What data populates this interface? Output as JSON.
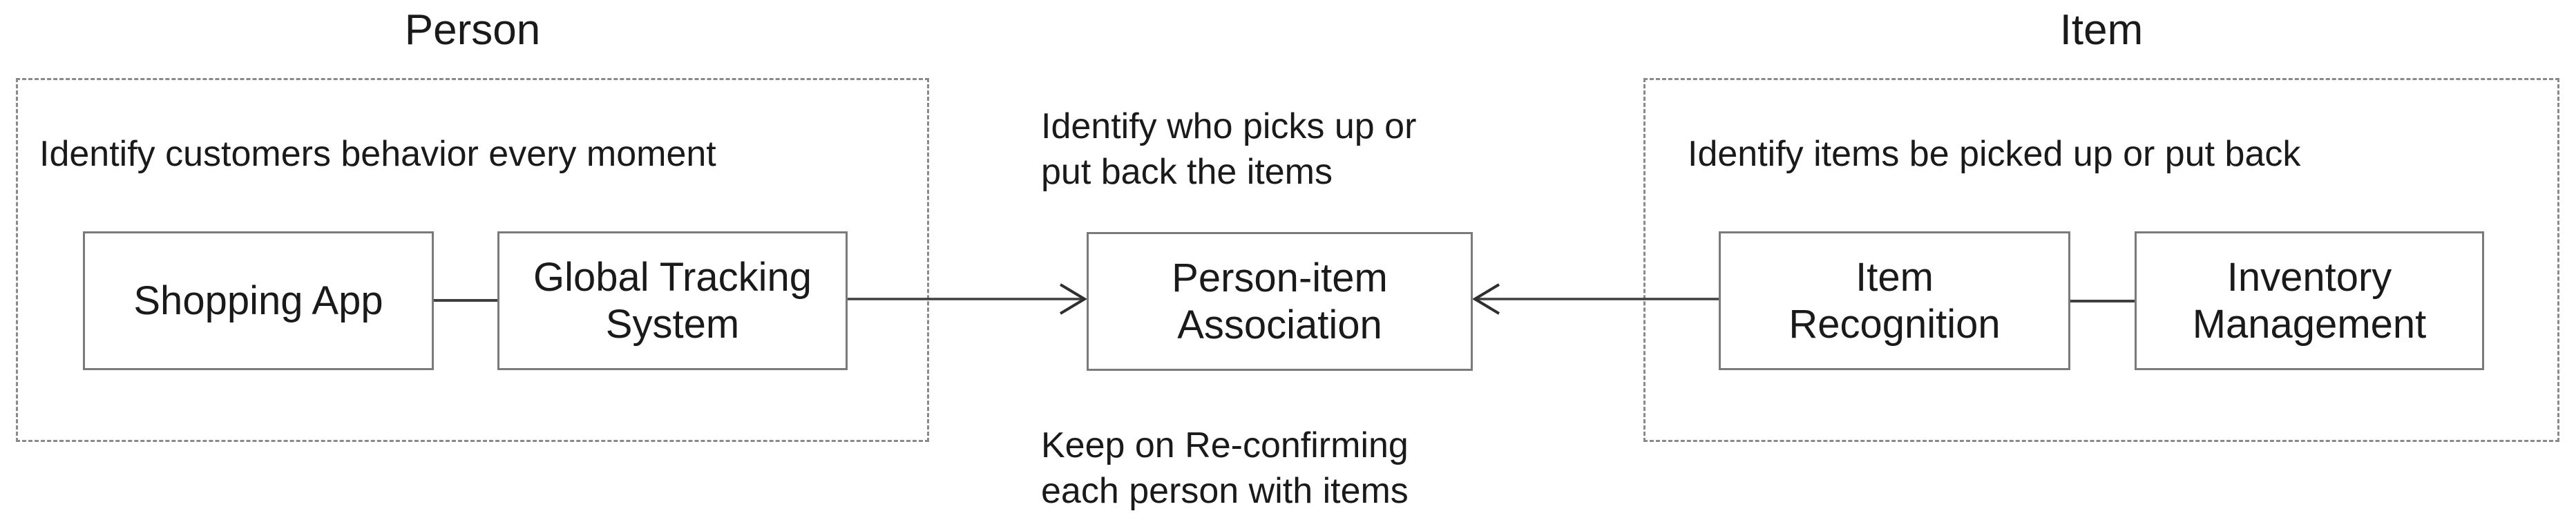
{
  "diagram": {
    "groups": {
      "person": {
        "title": "Person",
        "annotation": "Identify customers behavior every moment"
      },
      "item": {
        "title": "Item",
        "annotation": "Identify items be picked up or put back"
      }
    },
    "nodes": {
      "shopping_app": {
        "label": "Shopping App"
      },
      "global_tracking": {
        "label": "Global Tracking\nSystem"
      },
      "person_item_association": {
        "label": "Person-item\nAssociation"
      },
      "item_recognition": {
        "label": "Item\nRecognition"
      },
      "inventory_management": {
        "label": "Inventory\nManagement"
      }
    },
    "annotations": {
      "center_top": "Identify who picks up or\nput back the items",
      "center_bottom": "Keep on Re-confirming\neach person with items"
    },
    "edges": [
      {
        "from": "shopping_app",
        "to": "global_tracking",
        "type": "line"
      },
      {
        "from": "global_tracking",
        "to": "person_item_association",
        "type": "arrow"
      },
      {
        "from": "item_recognition",
        "to": "person_item_association",
        "type": "arrow"
      },
      {
        "from": "item_recognition",
        "to": "inventory_management",
        "type": "line"
      }
    ],
    "colors": {
      "text": "#1a1a1a",
      "node_border": "#7a7a7a",
      "group_border": "#8a8a8a",
      "connector": "#3f3f3f",
      "background": "#ffffff"
    }
  }
}
